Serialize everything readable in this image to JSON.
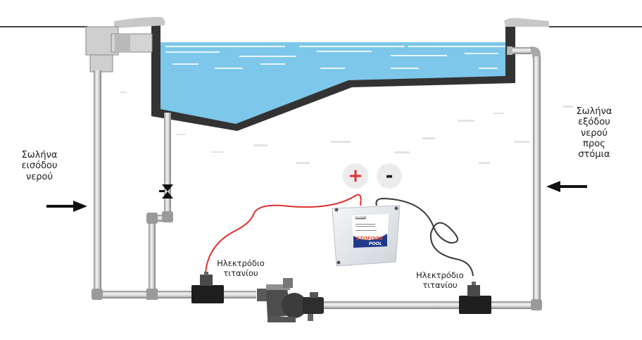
{
  "diagram": {
    "title": "Pool electrolysis installation schematic",
    "labels": {
      "inlet_pipe": [
        "Σωλήνα",
        "εισόδου",
        "νερού"
      ],
      "outlet_pipe": [
        "Σωλήνα",
        "εξόδου",
        "νερού",
        "προς",
        "στόμια"
      ],
      "electrode_left": [
        "Ηλεκτρόδιο",
        "τιτανίου"
      ],
      "electrode_right": [
        "Ηλεκτρόδιο",
        "τιτανίου"
      ]
    },
    "polarity": {
      "positive": "+",
      "negative": "-"
    },
    "control_box": {
      "brand": "STOFOOR",
      "subbrand": "POOL",
      "model": "FLUXOR"
    },
    "colors": {
      "water": "#7cc7ea",
      "water_highlight": "#e8f6fd",
      "pool_wall": "#333333",
      "pipe": "#bfbfbf",
      "positive_wire": "#e0312b",
      "negative_wire": "#3a3a3a",
      "positive_sign": "#e0312b",
      "negative_sign": "#1a1a1a",
      "brand_blue": "#1f3a8a"
    }
  }
}
